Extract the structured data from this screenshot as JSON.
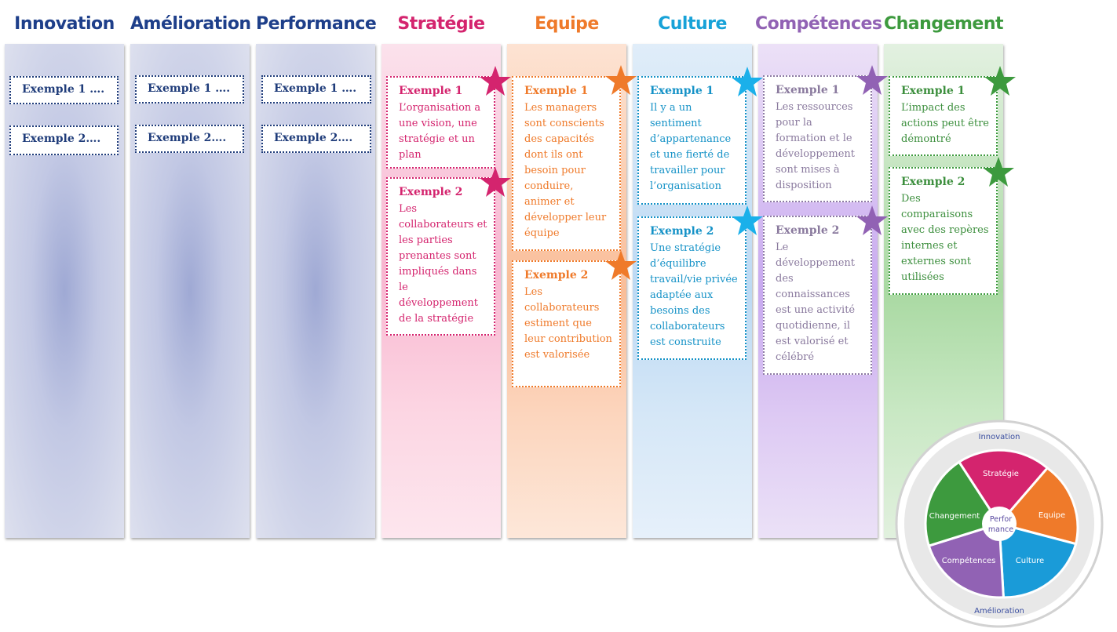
{
  "columns": [
    {
      "key": "innovation",
      "title": "Innovation",
      "color": "#1e3f8a"
    },
    {
      "key": "amelioration",
      "title": "Amélioration",
      "color": "#1e3f8a"
    },
    {
      "key": "performance",
      "title": "Performance",
      "color": "#1e3f8a"
    },
    {
      "key": "strategie",
      "title": "Stratégie",
      "color": "#d4246e"
    },
    {
      "key": "equipe",
      "title": "Equipe",
      "color": "#ef7a2a"
    },
    {
      "key": "culture",
      "title": "Culture",
      "color": "#17a2d8"
    },
    {
      "key": "competences",
      "title": "Compétences",
      "color": "#9162b4"
    },
    {
      "key": "changement",
      "title": "Changement",
      "color": "#3d9a3e"
    }
  ],
  "placeholders": {
    "innovation": {
      "ex1": "Exemple 1 ….",
      "ex2": "Exemple 2…."
    },
    "amelioration": {
      "ex1": "Exemple 1 ….",
      "ex2": "Exemple 2…."
    },
    "performance": {
      "ex1": "Exemple 1 ….",
      "ex2": "Exemple 2…."
    }
  },
  "cards": {
    "strategie": [
      {
        "title": "Exemple 1",
        "text": "L’organisation a une vision, une stratégie et un plan"
      },
      {
        "title": "Exemple 2",
        "text": "Les collaborateurs et les parties prenantes sont impliqués dans le développement de la stratégie"
      }
    ],
    "equipe": [
      {
        "title": "Exemple 1",
        "text": "Les managers sont conscients des capacités dont ils ont besoin pour conduire, animer et développer leur équipe"
      },
      {
        "title": "Exemple 2",
        "text": "Les collaborateurs estiment que leur contribution est valorisée"
      }
    ],
    "culture": [
      {
        "title": "Exemple 1",
        "text": "Il y a un sentiment d’appartenance et une fierté de travailler pour l’organisation"
      },
      {
        "title": "Exemple 2",
        "text": "Une stratégie d’équilibre travail/vie privée adaptée aux besoins des collaborateurs est construite"
      }
    ],
    "competences": [
      {
        "title": "Exemple 1",
        "text": "Les ressources pour la formation et le développement sont mises à disposition"
      },
      {
        "title": "Exemple 2",
        "text": "Le développement des connaissances est une activité quotidienne, il est valorisé et célébré"
      }
    ],
    "changement": [
      {
        "title": "Exemple 1",
        "text": "L’impact des actions peut être démontré"
      },
      {
        "title": "Exemple 2",
        "text": "Des comparaisons avec des repères internes et externes sont utilisées"
      }
    ]
  },
  "wheel": {
    "ring_top": "Innovation",
    "ring_bottom": "Amélioration",
    "center_line1": "Perfor",
    "center_line2": "mance",
    "segments": [
      {
        "label": "Stratégie",
        "color": "#d4246e"
      },
      {
        "label": "Equipe",
        "color": "#ef7a2a"
      },
      {
        "label": "Culture",
        "color": "#1a9bd8"
      },
      {
        "label": "Compétences",
        "color": "#9162b4"
      },
      {
        "label": "Changement",
        "color": "#3d9a3e"
      }
    ]
  }
}
